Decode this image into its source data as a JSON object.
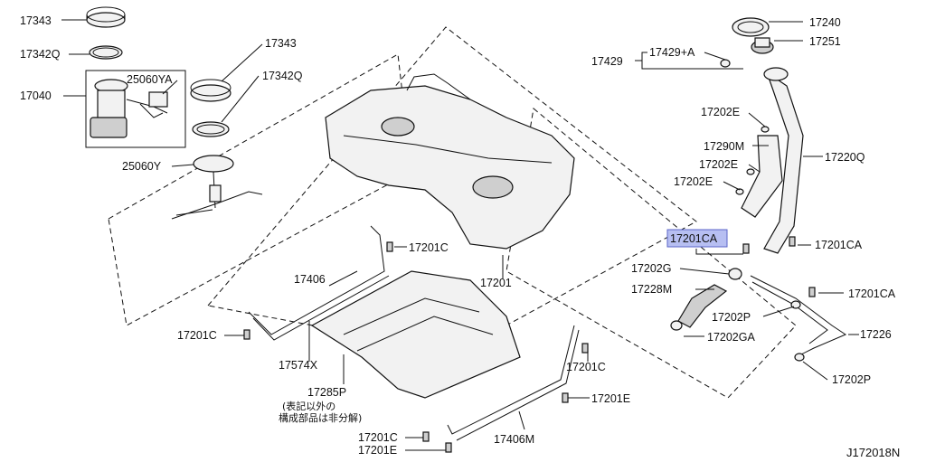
{
  "diagram": {
    "highlight_color": "#b7bff2",
    "labels": {
      "l17343a": "17343",
      "l17342qa": "17342Q",
      "l17040": "17040",
      "l25060ya": "25060YA",
      "l17343b": "17343",
      "l17342qb": "17342Q",
      "l25060y": "25060Y",
      "l17201c_1": "17201C",
      "l17406": "17406",
      "l17201": "17201",
      "l17201c_2": "17201C",
      "l17574x": "17574X",
      "l17285p": "17285P",
      "note_line1": "(表記以外の",
      "note_line2": "構成部品は非分解)",
      "l17201c_3": "17201C",
      "l17201e_1": "17201E",
      "l17201c_4": "17201C",
      "l17201e_2": "17201E",
      "l17406m": "17406M",
      "l17240": "17240",
      "l17251": "17251",
      "l17429": "17429",
      "l17429a": "17429+A",
      "l17202e_1": "17202E",
      "l17290m": "17290M",
      "l17202e_2": "17202E",
      "l17220q": "17220Q",
      "l17202e_3": "17202E",
      "l17201ca_hl": "17201CA",
      "l17201ca_1": "17201CA",
      "l17202g": "17202G",
      "l17228m": "17228M",
      "l17201ca_2": "17201CA",
      "l17202p_1": "17202P",
      "l17226": "17226",
      "l17202ga": "17202GA",
      "l17202p_2": "17202P",
      "drawing_code": "J172018N"
    }
  }
}
